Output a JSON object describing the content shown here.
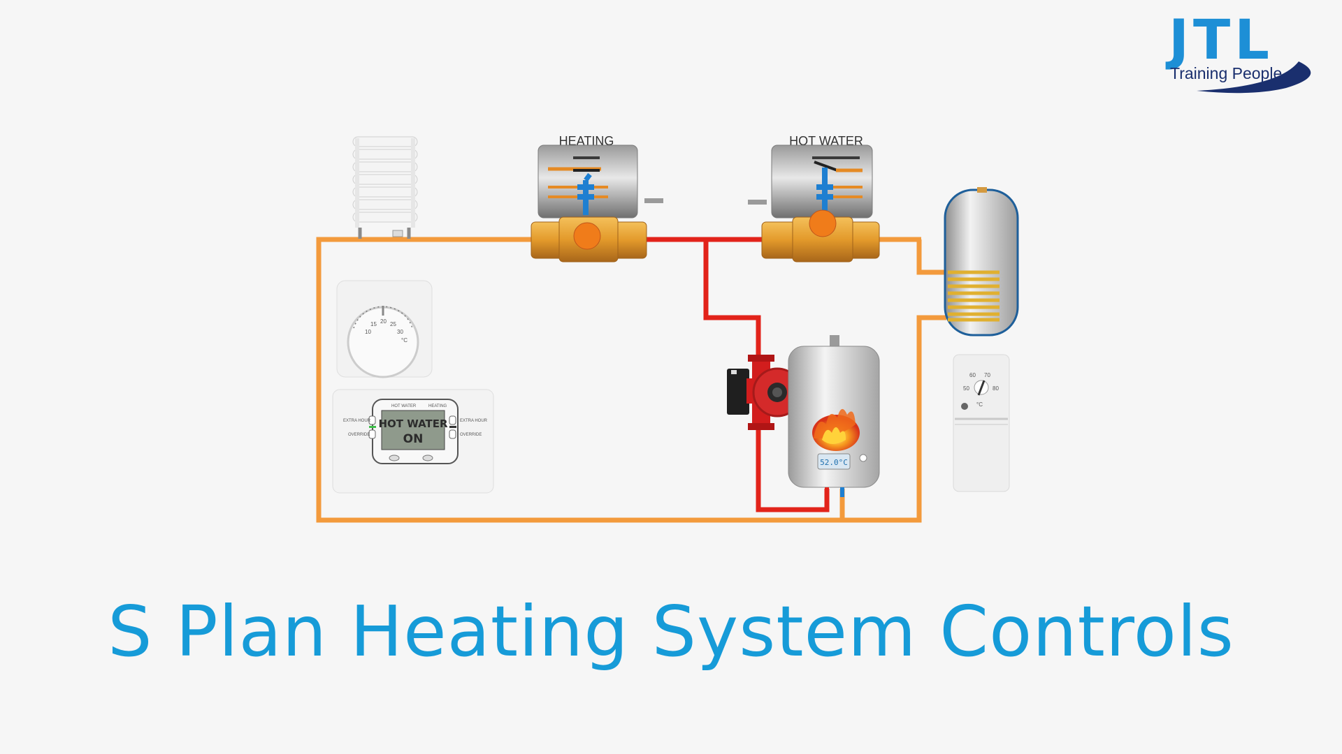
{
  "logo": {
    "brand": "JTL",
    "tagline": "Training People"
  },
  "title": "S Plan Heating System Controls",
  "valves": {
    "heating_label": "HEATING",
    "hot_water_label": "HOT WATER"
  },
  "room_thermostat": {
    "scale": [
      "10",
      "15",
      "20",
      "25",
      "30",
      "°C"
    ]
  },
  "programmer": {
    "top_left": "HOT WATER",
    "top_right": "HEATING",
    "left_extra": "EXTRA HOUR",
    "left_override": "OVERRIDE",
    "right_extra": "EXTRA HOUR",
    "right_override": "OVERRIDE",
    "lcd_line1": "HOT WATER",
    "lcd_line2": "ON"
  },
  "boiler": {
    "display": "52.0°C"
  },
  "cylinder_thermostat": {
    "scale": [
      "50",
      "60",
      "70",
      "80"
    ],
    "unit": "°C"
  },
  "colors": {
    "title": "#169bd8",
    "pipe_flow_cold": "#f39a3c",
    "pipe_flow_hot": "#e2231a",
    "brass": "#e39a2b",
    "actuator_blue": "#1e7fd1",
    "logo_blue": "#1d8fd6",
    "logo_navy": "#1a2f6e"
  }
}
